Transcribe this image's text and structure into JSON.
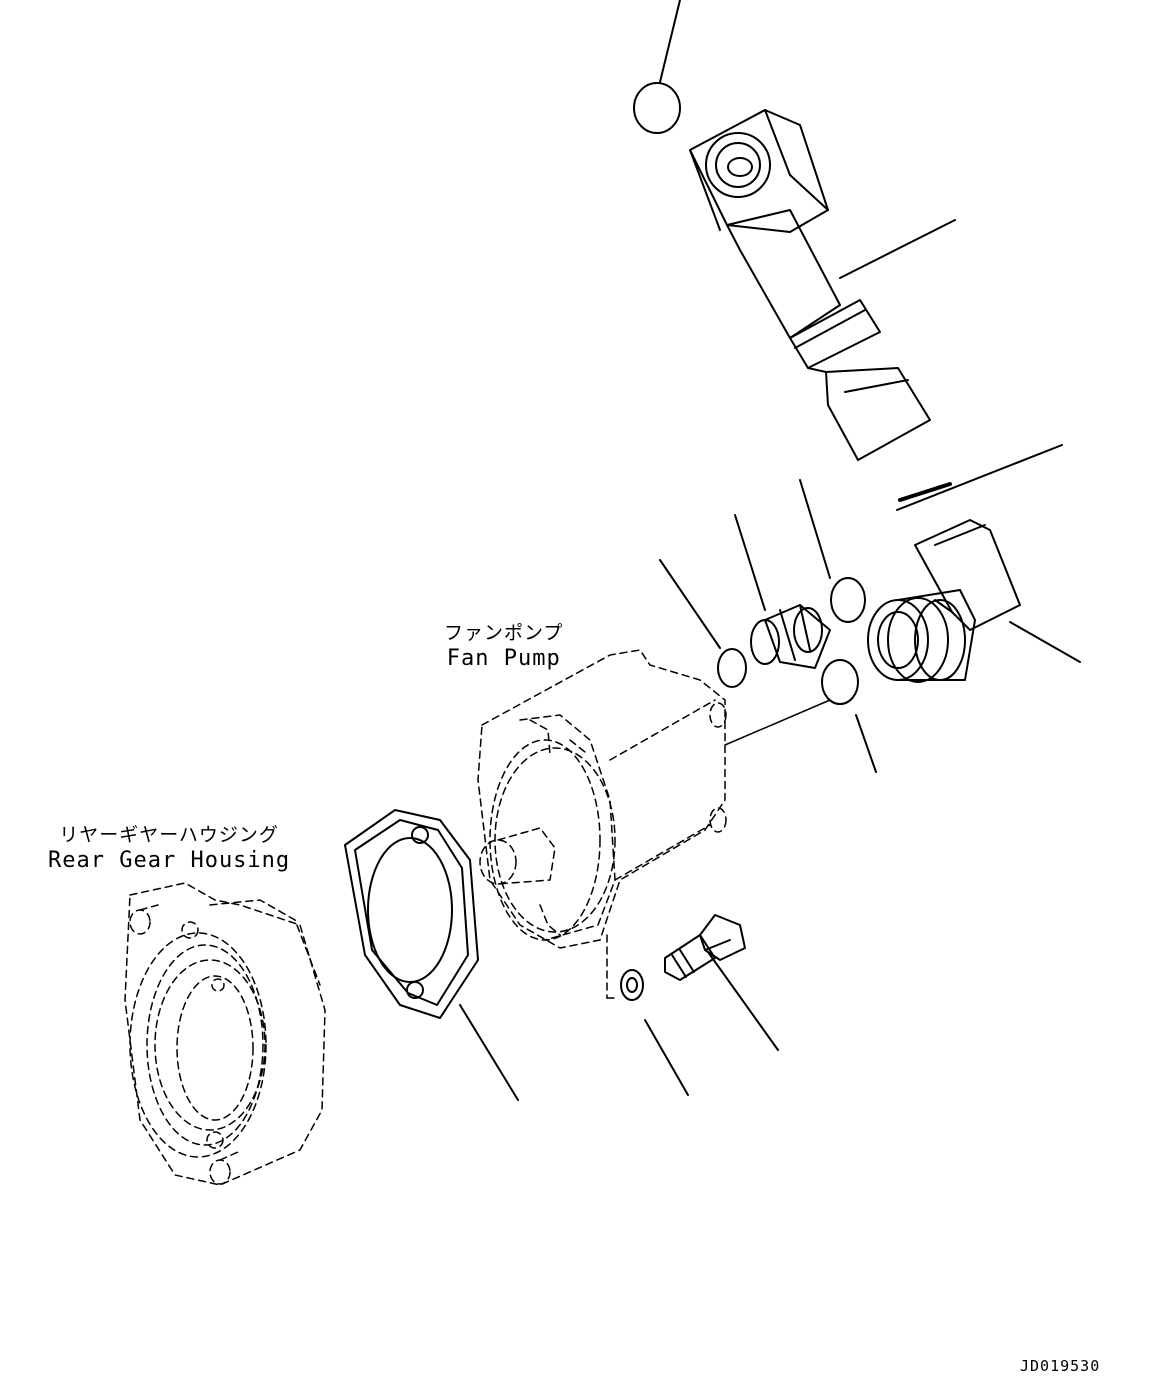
{
  "labels": {
    "fan_pump_jp": "ファンポンプ",
    "fan_pump_en": "Fan Pump",
    "rear_gear_housing_jp": "リヤーギヤーハウジング",
    "rear_gear_housing_en": "Rear Gear Housing"
  },
  "drawing_id": "JD019530"
}
